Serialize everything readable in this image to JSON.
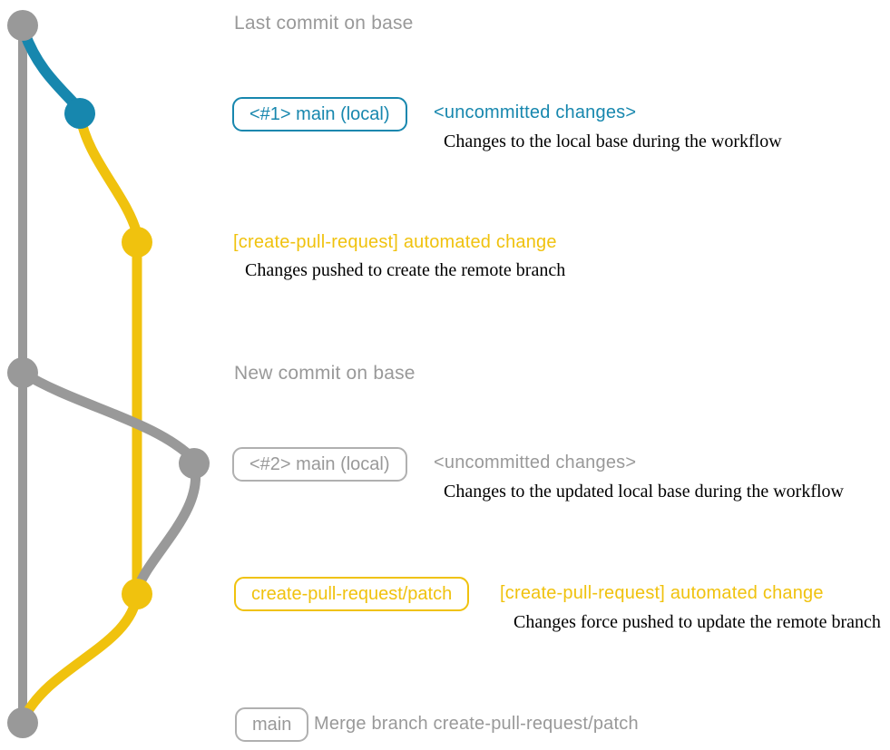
{
  "colors": {
    "gray": "#999999",
    "gray_border": "#B0B0B0",
    "blue": "#1787AE",
    "yellow": "#F0C20E",
    "note_text": "#000000"
  },
  "graph": {
    "base_branch_color_name": "gray",
    "local_branch_color_name": "blue",
    "remote_branch_color_name": "yellow",
    "commit_dots": [
      "base-tip",
      "local-main-1",
      "remote-commit-1",
      "base-new",
      "local-main-2",
      "remote-commit-2",
      "base-merge"
    ]
  },
  "rows": {
    "last_commit": {
      "caption": "Last commit on base"
    },
    "commit1": {
      "badge": "<#1> main (local)",
      "message": "<uncommitted changes>",
      "note": "Changes to the local base during the workflow"
    },
    "commit2": {
      "message": "[create-pull-request] automated change",
      "note": "Changes pushed to create the remote branch"
    },
    "new_commit": {
      "caption": "New commit on base"
    },
    "commit3": {
      "badge": "<#2> main (local)",
      "message": "<uncommitted changes>",
      "note": "Changes to the updated local base during the workflow"
    },
    "commit4": {
      "badge": "create-pull-request/patch",
      "message": "[create-pull-request] automated change",
      "note": "Changes force pushed to update the remote branch"
    },
    "merge": {
      "badge": "main",
      "message": "Merge branch create-pull-request/patch"
    }
  }
}
